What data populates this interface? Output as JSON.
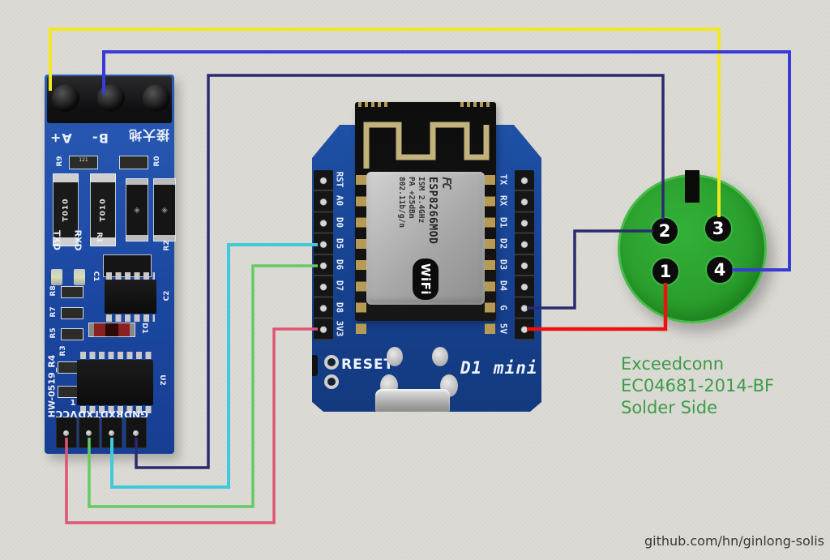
{
  "page": {
    "background": "#dbdad5",
    "credit": "github.com/hn/ginlong-solis"
  },
  "connector": {
    "title_lines": [
      "Exceedconn",
      "EC04681-2014-BF",
      "Solder Side"
    ],
    "title_color": "#3d9c47",
    "body_color": "#2a9e2d",
    "pins": [
      {
        "num": "1",
        "position": "bottom-left"
      },
      {
        "num": "2",
        "position": "top-left"
      },
      {
        "num": "3",
        "position": "top-right"
      },
      {
        "num": "4",
        "position": "bottom-right"
      }
    ]
  },
  "rs485": {
    "board_id": "HW-0519_R4",
    "terminal_labels": [
      "A+",
      "B-",
      "接大地"
    ],
    "bottom_pins": [
      "VCC",
      "TXD",
      "RXD",
      "GND"
    ],
    "silk": {
      "r9": "R9",
      "r0": "R0",
      "t010": "T010",
      "txd": "TXD",
      "rxd": "RXD",
      "r1": "R1",
      "c1": "C1",
      "r2": "R2",
      "c2": "C2",
      "r8": "R8",
      "r7": "R7",
      "r5": "R5",
      "d1": "D1",
      "r3": "R3",
      "u2": "U2",
      "pin1": "1",
      "smd_code_r9": "121"
    }
  },
  "d1mini": {
    "board_name": "D1 mini",
    "reset_label": "RESET",
    "left_pins": [
      "RST",
      "A0",
      "D0",
      "D5",
      "D6",
      "D7",
      "D8",
      "3V3"
    ],
    "right_pins": [
      "TX",
      "RX",
      "D1",
      "D2",
      "D3",
      "D4",
      "G",
      "5V"
    ],
    "esp_module": {
      "model": "ESP8266MOD",
      "spec_lines": [
        "ISM 2.4GHz",
        "PA +25dBm",
        "802.11b/g/n"
      ],
      "wifi_logo": "WiFi",
      "fcc_logo": "FC"
    }
  },
  "wires": [
    {
      "id": "rs485-aplus-to-pin3",
      "color": "#f2e723",
      "from": "RS485 A+",
      "to": "connector pin 3"
    },
    {
      "id": "rs485-bminus-to-pin4",
      "color": "#3a3ad6",
      "from": "RS485 B-",
      "to": "connector pin 4"
    },
    {
      "id": "rs485-gnd-to-pin2",
      "color": "#2b2a6e",
      "from": "RS485 GND",
      "to": "connector pin 2"
    },
    {
      "id": "d1-g-to-pin2",
      "color": "#2b2a6e",
      "from": "D1 mini G",
      "to": "connector pin 2"
    },
    {
      "id": "d1-5v-to-pin1",
      "color": "#ee1111",
      "from": "D1 mini 5V",
      "to": "connector pin 1"
    },
    {
      "id": "rs485-rxd-to-d5",
      "color": "#41c8da",
      "from": "RS485 RXD",
      "to": "D1 mini D5"
    },
    {
      "id": "rs485-txd-to-d6",
      "color": "#63cb63",
      "from": "RS485 TXD",
      "to": "D1 mini D6"
    },
    {
      "id": "rs485-vcc-to-3v3",
      "color": "#dd5672",
      "from": "RS485 VCC",
      "to": "D1 mini 3V3"
    }
  ]
}
